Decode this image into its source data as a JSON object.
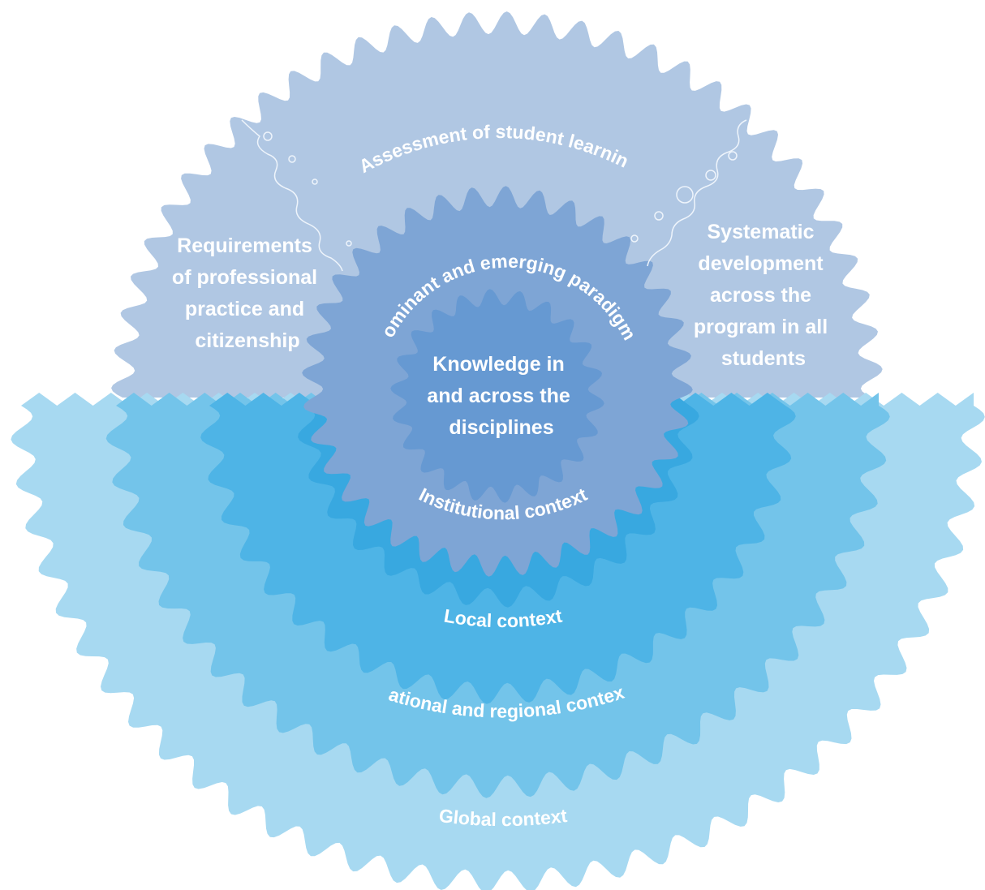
{
  "colors": {
    "outer_top": "#b0c7e3",
    "paradigms": "#7ea5d5",
    "knowledge": "#6699d2",
    "global": "#a7d9f1",
    "national": "#73c4ea",
    "local": "#4eb4e6",
    "institutional": "#38a8e0",
    "text": "#ffffff",
    "squiggle": "#eef4fb"
  },
  "labels": {
    "assessment": "Assessment of student learning",
    "requirements": [
      "Requirements",
      "of professional",
      "practice and",
      "citizenship"
    ],
    "systematic": [
      "Systematic",
      "development",
      "across the",
      "program in all",
      "students"
    ],
    "paradigms": "Dominant and emerging paradigms",
    "knowledge": [
      "Knowledge in",
      "and across the",
      "disciplines"
    ],
    "institutional": "Institutional context",
    "local": "Local context",
    "national": "National and regional context",
    "global": "Global context"
  }
}
